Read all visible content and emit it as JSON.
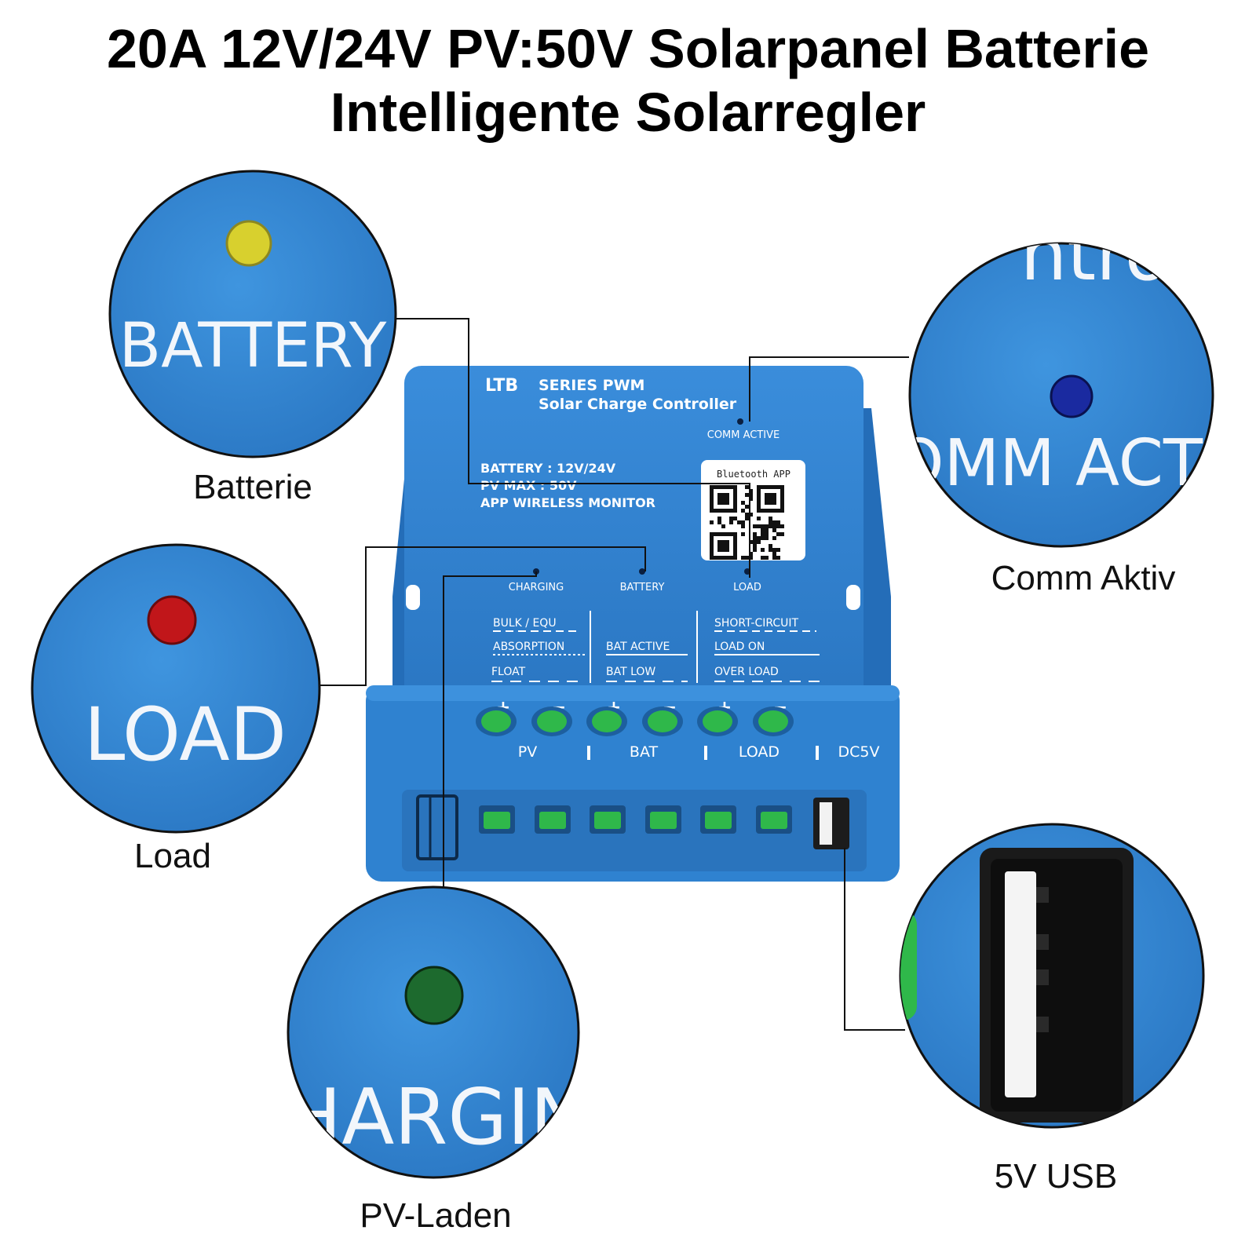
{
  "colors": {
    "device_blue": "#2e82cf",
    "device_dark": "#1f68b0",
    "device_light": "#4a9ae0",
    "terminal_green": "#2fb84a",
    "led_yellow": "#d8d02e",
    "led_red": "#c1161a",
    "led_green": "#1d6a2e",
    "led_blue": "#1a2aa0"
  },
  "header": {
    "line1": "20A 12V/24V PV:50V Solarpanel Batterie",
    "line2": "Intelligente Solarregler"
  },
  "captions": {
    "batterie": "Batterie",
    "load": "Load",
    "pv_laden": "PV-Laden",
    "comm_aktiv": "Comm Aktiv",
    "usb": "5V USB"
  },
  "zoom_labels": {
    "battery": "BATTERY",
    "load": "LOAD",
    "charging": "HARGIN",
    "comm_active": "OMM ACT",
    "comm_top": "ntro"
  },
  "device": {
    "brand": "LTB",
    "series": "SERIES PWM",
    "subtitle": "Solar Charge Controller",
    "comm_active": "COMM ACTIVE",
    "spec1": "BATTERY : 12V/24V",
    "spec2": "PV MAX : 50V",
    "spec3": "APP WIRELESS MONITOR",
    "qr_label": "Bluetooth APP",
    "led_charging": "CHARGING",
    "led_battery": "BATTERY",
    "led_load": "LOAD",
    "status_charge": [
      "BULK / EQU",
      "ABSORPTION",
      "FLOAT"
    ],
    "status_battery": [
      "BAT ACTIVE",
      "BAT LOW"
    ],
    "status_load": [
      "SHORT-CIRCUIT",
      "LOAD ON",
      "OVER LOAD"
    ],
    "plus": "+",
    "minus": "−",
    "term_pv": "PV",
    "term_bat": "BAT",
    "term_load": "LOAD",
    "term_dc5v": "DC5V"
  }
}
